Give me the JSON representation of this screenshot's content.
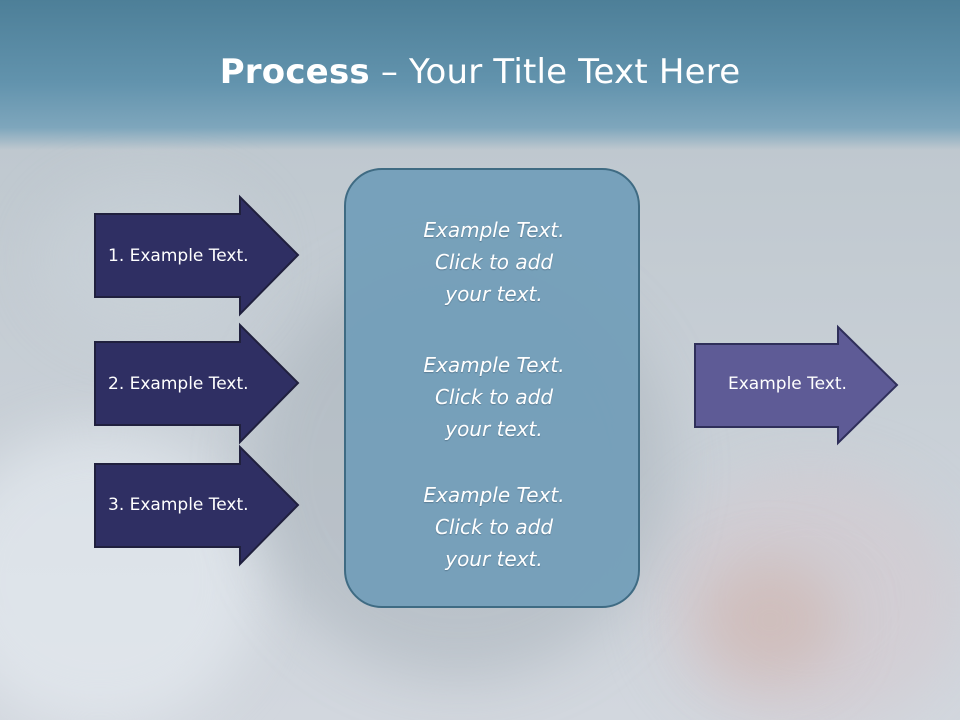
{
  "slide": {
    "title_bold": "Process",
    "title_rest": " – Your Title Text Here"
  },
  "left_arrows": [
    {
      "label": "1. Example Text."
    },
    {
      "label": "2. Example Text."
    },
    {
      "label": "3. Example Text."
    }
  ],
  "center_box": {
    "paragraphs": [
      {
        "line1": "Example Text.",
        "line2": "Click  to add",
        "line3": "your text."
      },
      {
        "line1": "Example Text.",
        "line2": "Click  to add",
        "line3": "your text."
      },
      {
        "line1": "Example Text.",
        "line2": "Click  to add",
        "line3": "your text."
      }
    ]
  },
  "right_arrow": {
    "label": "Example Text."
  },
  "colors": {
    "left_arrow_fill": "#2f2f63",
    "right_arrow_fill": "#5e5b96",
    "center_box_fill": "#719db8",
    "title_band": "#5b8ba5"
  }
}
